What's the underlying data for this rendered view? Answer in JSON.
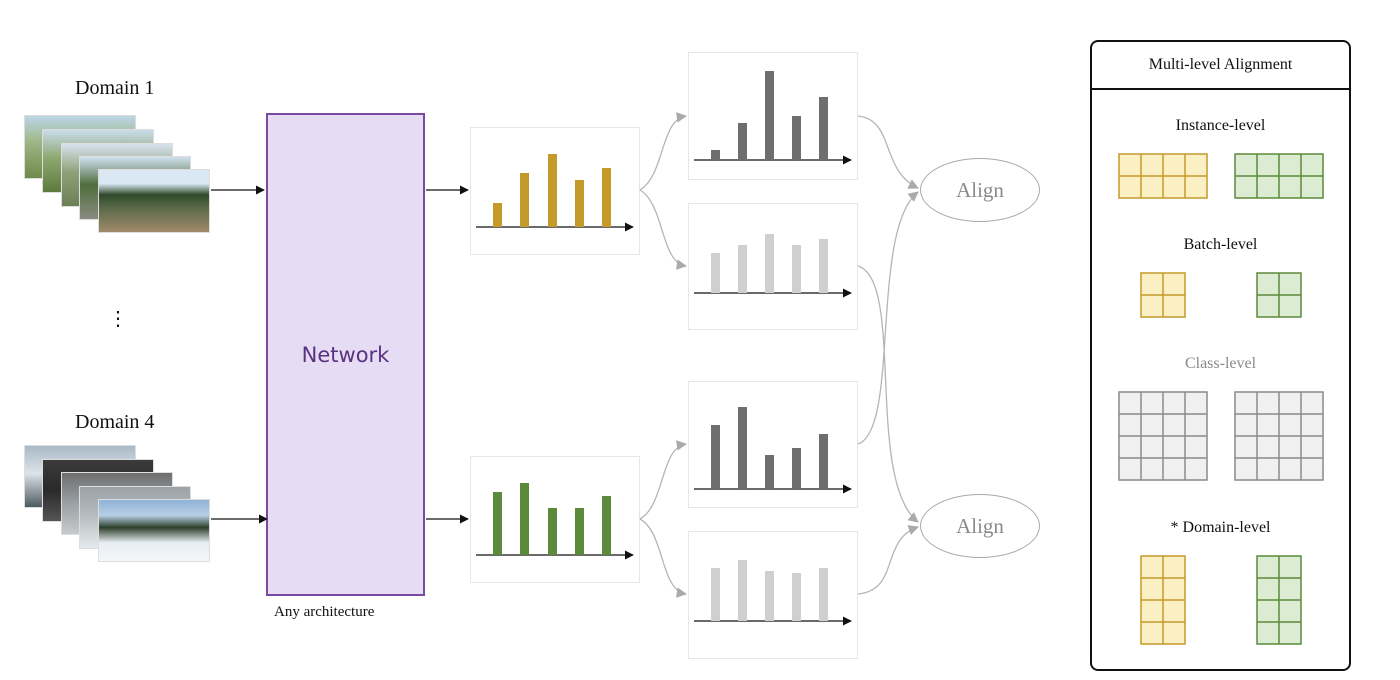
{
  "inputs": {
    "domain1_label": "Domain 1",
    "domain4_label": "Domain 4",
    "ellipsis": "⋮"
  },
  "network": {
    "label": "Network",
    "caption": "Any architecture"
  },
  "align": {
    "top_label": "Align",
    "bottom_label": "Align"
  },
  "legend": {
    "title": "Multi-level Alignment",
    "instance_label": "Instance-level",
    "batch_label": "Batch-level",
    "class_label": "Class-level",
    "domain_label": "* Domain-level"
  },
  "colors": {
    "gold": "#c49a2a",
    "gold_fill": "#fbefc4",
    "green": "#5b8a3a",
    "green_fill": "#dcecd2",
    "dark_gray": "#6e6e6e",
    "light_gray": "#cfcfcf",
    "purple": "#7a4aa0",
    "purple_fill": "#e6dcf3"
  }
}
